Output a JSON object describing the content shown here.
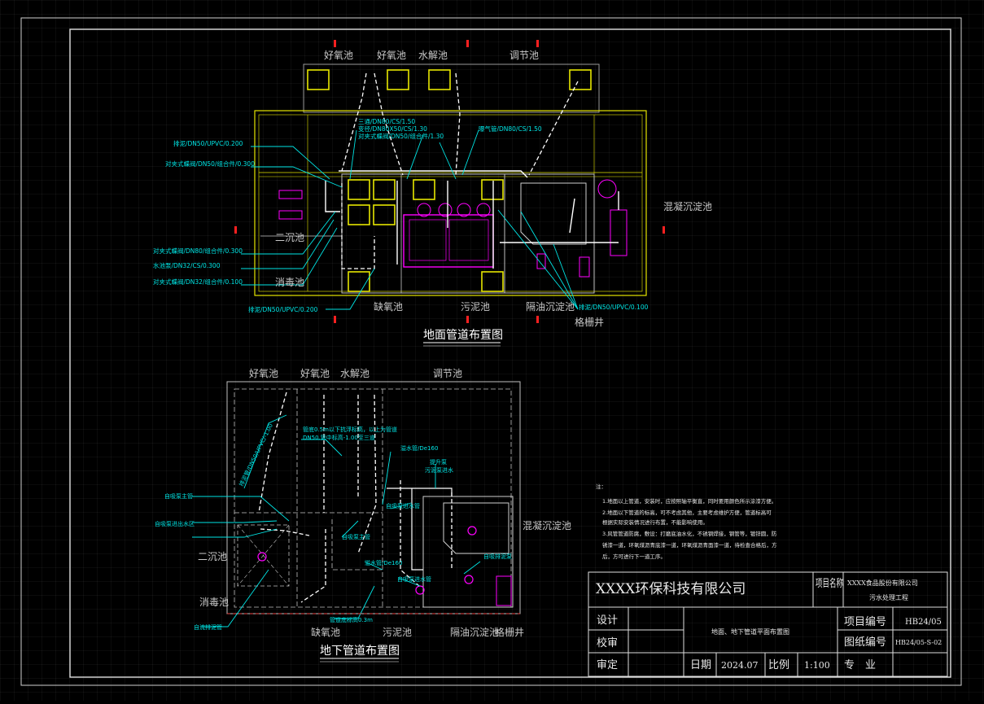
{
  "plan_top": {
    "title": "地面管道布置图",
    "tanks_top": [
      "好氧池",
      "好氧池",
      "水解池",
      "调节池"
    ],
    "tanks_side": [
      "混凝沉淀池",
      "二沉池",
      "消毒池"
    ],
    "tanks_bottom": [
      "缺氧池",
      "污泥池",
      "隔油沉淀池",
      "格栅井"
    ],
    "leaders_left": [
      "排泥/DN50/UPVC/0.200",
      "对夹式蝶阀/DN50/组合件/0.300",
      "对夹式蝶阀/DN80/组合件/0.300",
      "水池泵/DN32/CS/0.300",
      "对夹式蝶阀/DN32/组合件/0.100",
      "排泥/DN50/UPVC/0.200"
    ],
    "leaders_center": [
      "三通/DN80/CS/1.50",
      "变径/DN80X50/CS/1.30",
      "对夹式蝶阀/DN50/组合件/1.30"
    ],
    "leaders_right": [
      "曝气管/DN80/CS/1.50",
      "排泥/DN50/UPVC/0.100"
    ]
  },
  "plan_bottom": {
    "title": "地下管道布置图",
    "tanks_top": [
      "好氧池",
      "好氧池",
      "水解池",
      "调节池"
    ],
    "tanks_side": [
      "混凝沉淀池",
      "二沉池",
      "消毒池"
    ],
    "tanks_bottom": [
      "缺氧池",
      "污泥池",
      "隔油沉淀池",
      "格栅井"
    ],
    "leaders": [
      "排泥管/DN50/UPVC/-1.00",
      "管底0.5m以下抗浮标高，以上为管道",
      "DN50.管中标高-1.00至三道",
      "溢水管/De160",
      "自吸泵主管",
      "自吸泵主管",
      "自吸泵进水管",
      "溢水管/De160",
      "自吸泵进水管",
      "管道底标高0.3m",
      "自吸排泥泵",
      "污泥泵进水",
      "提升泵",
      "自吸泵进出水区",
      "自流排泥管"
    ]
  },
  "notes": {
    "heading": "注：",
    "lines": [
      "1.地面以上管道，安装时，应按照轴平衡直，同时要用颜色所示涂漆方便。",
      "2.地面以下管道的标高，可不考虑其他，主要考虑维护方便，管道标高可",
      "根据实际安装情况进行布置，不能影响使用。",
      "3.风管管道防腐，敷设：打磨底油水化，不锈钢焊接，钢管等，镀锌圆，防",
      "锈漆一道，环氧煤沥青底漆一道，环氧煤沥青面漆一道，待检查合格后，方",
      "后，方可进行下一道工序。"
    ]
  },
  "title_block": {
    "company": "XXXX环保科技有限公司",
    "project_label": "项目名称",
    "project_name_1": "XXXX食品股份有限公司",
    "project_name_2": "污水处理工程",
    "design": "设计",
    "check": "校审",
    "approve": "审定",
    "drawing_name": "地面、地下管道平面布置图",
    "project_no_label": "项目编号",
    "project_no": "HB24/05",
    "drawing_no_label": "图纸编号",
    "drawing_no": "HB24/05-S-02",
    "date_label": "日期",
    "date": "2024.07",
    "scale_label": "比例",
    "scale": "1:100",
    "discipline_label": "专　业"
  },
  "colors": {
    "background": "#000000",
    "structure": "#e6e600",
    "pipe": "#00e5e5",
    "equipment": "#ff00ff",
    "walls": "#d0d0d0",
    "marker": "#ff2020"
  }
}
